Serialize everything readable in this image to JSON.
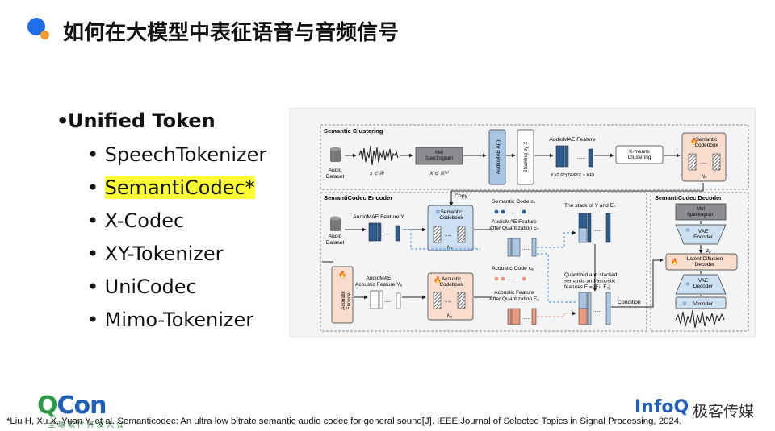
{
  "slide": {
    "title": "如何在大模型中表征语音与音频信号"
  },
  "bullets": {
    "main": "Unified Token",
    "items": [
      "SpeechTokenizer",
      "SemantiCodec*",
      "X-Codec",
      "XY-Tokenizer",
      "UniCodec",
      "Mimo-Tokenizer"
    ],
    "highlight_index": 1,
    "highlight_color": "#ffff33"
  },
  "figure": {
    "clustering": {
      "title": "Semantic Clustering",
      "audio_dataset": "Audio\nDataset",
      "x_eq": "x ∈ ℝᵗ",
      "mel": "Mel\nSpectrogram",
      "X_eq": "X ∈ ℝᵀˣᶠ",
      "audiomae": "AudioMAE",
      "audiomae_fn": "A(·)",
      "stacking": "Stacking by X",
      "feature_label": "AudioMAE Feature",
      "Y_eq": "Y ∈ ℝ^(TF/P²X × KE)",
      "kmeans": "K-means\nClustering",
      "codebook": "Semantic\nCodebook",
      "ns": "Nₛ"
    },
    "encoder": {
      "title": "SemantiCodec Encoder",
      "copy": "Copy",
      "audio_dataset": "Audio\nDataset",
      "feature_y": "AudioMAE Feature Y",
      "sem_codebook": "Semantic\nCodebook",
      "ns": "Nₛ",
      "sem_code": "Semantic Code cₛ",
      "feat_after_q": "AudioMAE Feature\nAfter Quantization Eₛ",
      "stack_label": "The stack of Y and Eₛ",
      "ac_encoder": "Acoustic\nEncoder",
      "ac_feature": "AudioMAE\nAcoustic Feature Yₐ",
      "ac_codebook": "Acoustic\nCodebook",
      "na": "Nₐ",
      "ac_code": "Acoustic Code cₐ",
      "ac_after_q": "Acoustic Feature\nAfter Quantization Eₐ",
      "qs_label": "Quantized and stacked\nsemantic and acoustic\nfeatures E = [Eₛ, Eₐ]",
      "condition": "Condition"
    },
    "decoder": {
      "title": "SemantiCodec Decoder",
      "mel": "Mel\nSpectrogram",
      "vae_encoder": "VAE\nEncoder",
      "z0": "z₀",
      "latent": "Latent Diffusion\nDecoder",
      "vae_decoder": "VAE\nDecoder",
      "vocoder": "Vocoder"
    },
    "colors": {
      "semantic": "#2c5d8f",
      "semantic_light": "#a9c6e4",
      "acoustic": "#e79a7e",
      "acoustic_light": "#f6d3c4",
      "codebook_blue": "#cde0f1",
      "codebook_peach": "#f8dccd",
      "panel": "#f3f4f5"
    }
  },
  "footer": {
    "qcon_q": "Q",
    "qcon_rest": "Con",
    "qcon_sub": "全球软件开发大会",
    "infoq": "InfoQ",
    "infoq_cn": "极客传媒",
    "citation": "*Liu H, Xu X, Yuan Y, et al. Semanticodec: An ultra low bitrate semantic audio codec for general sound[J]. IEEE Journal of Selected Topics in Signal Processing, 2024."
  }
}
